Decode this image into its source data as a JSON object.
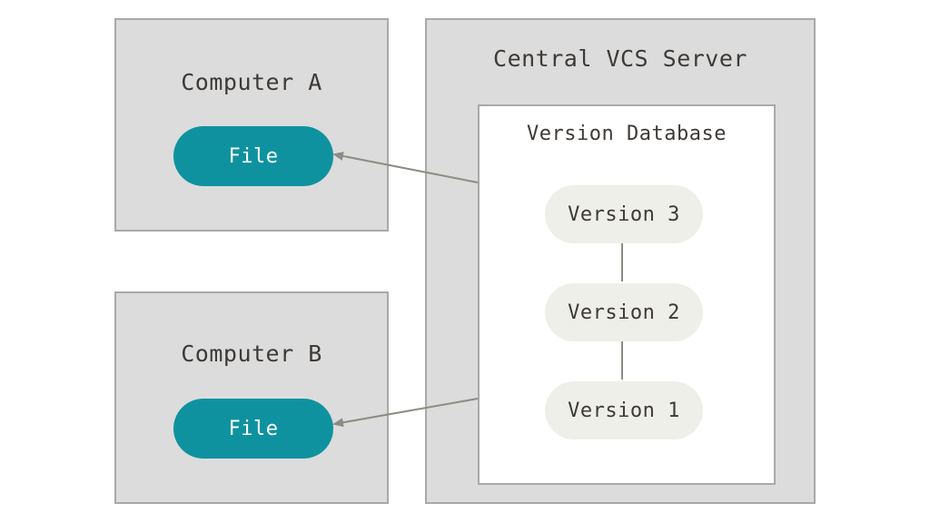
{
  "computer_a": {
    "title": "Computer A",
    "file_label": "File"
  },
  "computer_b": {
    "title": "Computer B",
    "file_label": "File"
  },
  "server": {
    "title": "Central VCS Server",
    "database": {
      "title": "Version Database",
      "versions": [
        "Version 3",
        "Version 2",
        "Version 1"
      ]
    }
  },
  "colors": {
    "box_fill": "#dcdcdc",
    "box_border": "#a9a9a9",
    "file_pill": "#0f929f",
    "version_pill": "#efefe9",
    "text": "#3e3a36",
    "arrow": "#8c8c84"
  }
}
